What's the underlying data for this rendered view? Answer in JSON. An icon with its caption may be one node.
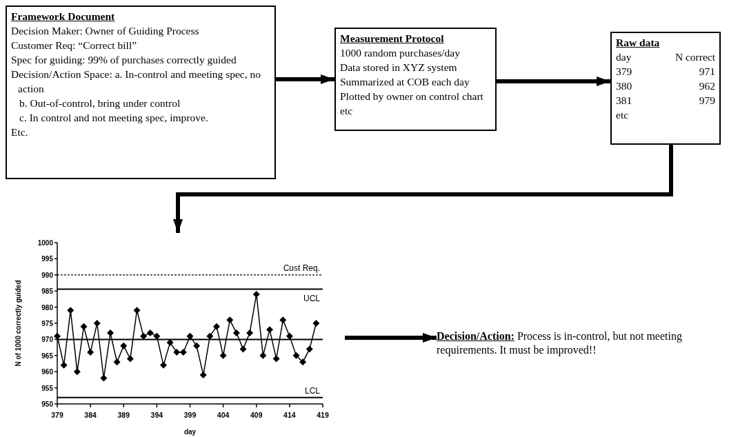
{
  "diagram": {
    "nodes": [
      {
        "text": [
          "Framework Document",
          "Decision Maker:  Owner of Guiding Process",
          "Customer Req:  “Correct bill”",
          "Spec for guiding:  99% of purchases correctly guided",
          "Decision/Action Space:  a.  In-control and meeting spec, no action",
          "b.  Out-of-control, bring under control",
          "c.  In control and not meeting spec, improve.",
          "Etc."
        ]
      },
      {
        "text": [
          "Measurement Protocol",
          "1000 random purchases/day",
          "Data stored in XYZ system",
          "Summarized at COB each day",
          "Plotted by owner on control chart",
          "etc"
        ]
      },
      {
        "text": [
          "Raw data",
          "day",
          "N correct",
          "379",
          "971",
          "380",
          "962",
          "381",
          "979",
          "etc"
        ]
      },
      {
        "text": [],
        "shape": "chart"
      },
      {
        "text": [
          "**Decision/Action:**  Process is in-control, but not meeting requirements.  It must be improved!!"
        ]
      }
    ],
    "edges": [
      {
        "from": 0,
        "to": 1,
        "arrow": "to"
      },
      {
        "from": 1,
        "to": 2,
        "arrow": "to"
      },
      {
        "from": 2,
        "to": 3,
        "arrow": "to"
      },
      {
        "from": 3,
        "to": 4,
        "arrow": "to"
      }
    ],
    "chart_data": {
      "type": "line",
      "xlabel": "day",
      "ylabel": "N of 1000 correctly guided",
      "x": [
        379,
        380,
        381,
        382,
        383,
        384,
        385,
        386,
        387,
        388,
        389,
        390,
        391,
        392,
        393,
        394,
        395,
        396,
        397,
        398,
        399,
        400,
        401,
        402,
        403,
        404,
        405,
        406,
        407,
        408,
        409,
        410,
        411,
        412,
        413,
        414,
        415,
        416,
        417,
        418
      ],
      "series": [
        {
          "color": "#000000",
          "marker": "diamond",
          "values": [
            971,
            962,
            979,
            960,
            974,
            966,
            975,
            958,
            972,
            963,
            968,
            964,
            979,
            971,
            972,
            971,
            962,
            969,
            966,
            966,
            971,
            968,
            959,
            971,
            974,
            965,
            976,
            972,
            967,
            972,
            984,
            965,
            973,
            964,
            976,
            971,
            965,
            963,
            967,
            975
          ]
        }
      ],
      "xlim": [
        379,
        419
      ],
      "ylim": [
        950,
        1000
      ],
      "xticks": [
        379,
        384,
        389,
        394,
        399,
        404,
        409,
        414,
        419
      ],
      "yticks": [
        950,
        955,
        960,
        965,
        970,
        975,
        980,
        985,
        990,
        995,
        1000
      ],
      "ref_lines": [
        {
          "axis": "y",
          "value": 990,
          "label": "Cust Req."
        },
        {
          "axis": "y",
          "value": 985.6,
          "label": "UCL"
        },
        {
          "axis": "y",
          "value": 970
        },
        {
          "axis": "y",
          "value": 952,
          "label": "LCL"
        }
      ]
    }
  }
}
